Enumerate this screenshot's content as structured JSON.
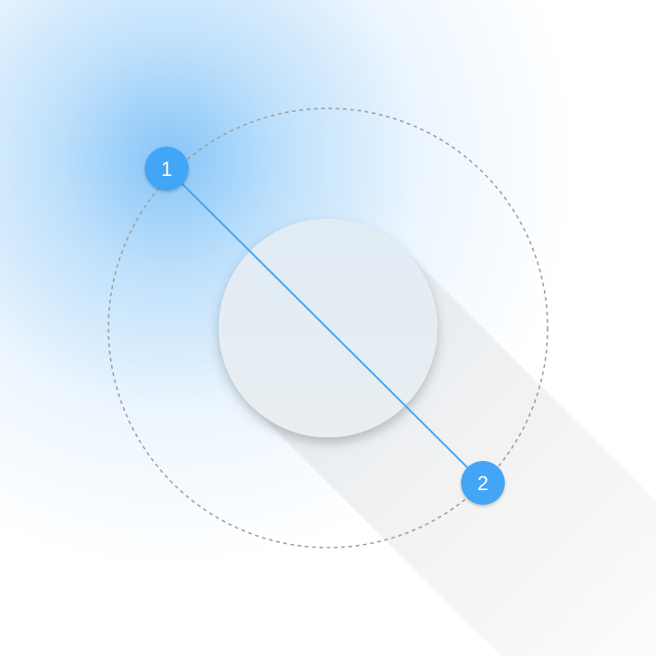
{
  "colors": {
    "background": "#ffffff",
    "glow": "#64b5f6",
    "marker_fill": "#42a5f5",
    "connector_line": "#42a5f5",
    "orbit_dash": "#9e9e9e",
    "disc_fill": "#e6edf3",
    "long_shadow": "#eeeeee",
    "marker_text": "#ffffff"
  },
  "diagram": {
    "type": "light-source shadow illustration",
    "light_source": "top-left",
    "shadow_direction": "bottom-right",
    "markers": [
      {
        "label": "1",
        "role": "light-source-point"
      },
      {
        "label": "2",
        "role": "shadow-end-point"
      }
    ]
  }
}
